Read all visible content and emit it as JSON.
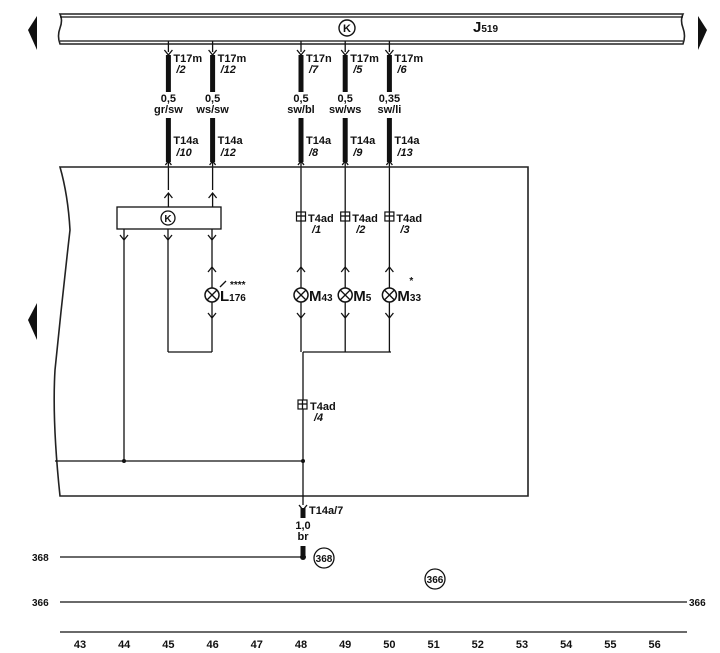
{
  "control_unit": {
    "name": "J519",
    "name_main": "J",
    "name_sub": "519",
    "symbol": "K"
  },
  "top_wires": [
    {
      "col": 45,
      "connector": "T17m",
      "pin": "/2",
      "size": "0,5",
      "color": "gr/sw",
      "lower_connector": "T14a",
      "lower_pin": "/10"
    },
    {
      "col": 46,
      "connector": "T17m",
      "pin": "/12",
      "size": "0,5",
      "color": "ws/sw",
      "lower_connector": "T14a",
      "lower_pin": "/12"
    },
    {
      "col": 48,
      "connector": "T17n",
      "pin": "/7",
      "size": "0,5",
      "color": "sw/bl",
      "lower_connector": "T14a",
      "lower_pin": "/8"
    },
    {
      "col": 49,
      "connector": "T17m",
      "pin": "/5",
      "size": "0,5",
      "color": "sw/ws",
      "lower_connector": "T14a",
      "lower_pin": "/9"
    },
    {
      "col": 50,
      "connector": "T17m",
      "pin": "/6",
      "size": "0,35",
      "color": "sw/li",
      "lower_connector": "T14a",
      "lower_pin": "/13"
    }
  ],
  "inner_module": {
    "symbol": "K"
  },
  "lamp_l176": {
    "main": "L",
    "sub": "176",
    "mark": "****"
  },
  "motors": [
    {
      "main": "M",
      "sub": "43",
      "mark": "",
      "connector": "T4ad",
      "pin": "/1"
    },
    {
      "main": "M",
      "sub": "5",
      "mark": "",
      "connector": "T4ad",
      "pin": "/2"
    },
    {
      "main": "M",
      "sub": "33",
      "mark": "*",
      "connector": "T4ad",
      "pin": "/3"
    }
  ],
  "ground_connector": {
    "connector": "T4ad",
    "pin": "/4"
  },
  "bottom_wire": {
    "connector": "T14a/7",
    "size": "1,0",
    "color": "br"
  },
  "ground_points": [
    {
      "id": "368",
      "left_label": "368"
    },
    {
      "id": "366",
      "left_label": "366",
      "right_label": "366"
    }
  ],
  "column_numbers": [
    "43",
    "44",
    "45",
    "46",
    "47",
    "48",
    "49",
    "50",
    "51",
    "52",
    "53",
    "54",
    "55",
    "56"
  ]
}
